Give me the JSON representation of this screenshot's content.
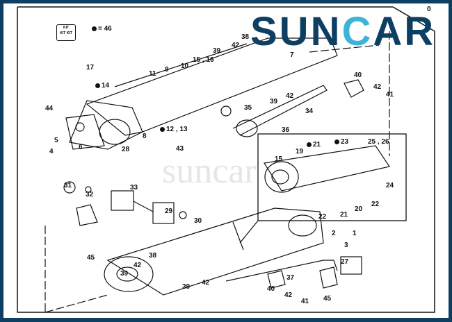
{
  "logo": {
    "prefix": "SUN",
    "accent": "C",
    "suffix": "AR",
    "brand_color": "#0d3f63",
    "accent_color": "#3eb3d6"
  },
  "watermark": "suncar",
  "kit": {
    "icon_text": "KIT",
    "legend": "= 46"
  },
  "callouts": {
    "top": [
      "0",
      "17",
      "11",
      "9",
      "10",
      "15 , 16",
      "39",
      "42",
      "38",
      "7",
      "14",
      "40",
      "42",
      "41",
      "39",
      "42",
      "44",
      "35",
      "34",
      "5",
      "6",
      "28",
      "8",
      "12 , 13",
      "43",
      "36",
      "4"
    ],
    "inset": [
      "15",
      "19",
      "21",
      "23",
      "25 , 26",
      "24",
      "22",
      "20",
      "21",
      "22"
    ],
    "bottom": [
      "31",
      "32",
      "33",
      "29",
      "30",
      "2",
      "1",
      "3",
      "27",
      "38",
      "42",
      "39",
      "37",
      "45",
      "39",
      "42",
      "40",
      "42",
      "41",
      "45"
    ]
  }
}
